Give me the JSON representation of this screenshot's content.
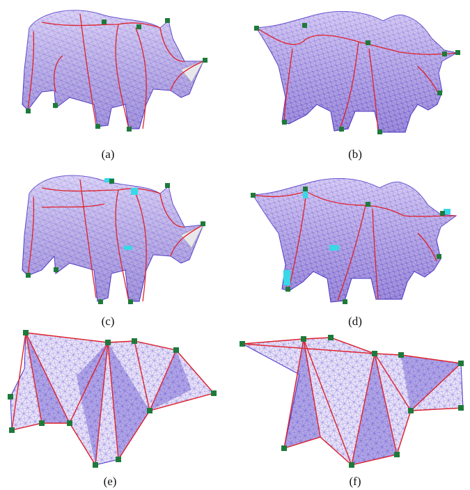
{
  "figure": {
    "panels": [
      {
        "id": "a",
        "caption": "(a)",
        "subject": "rhino mesh with seam cuts"
      },
      {
        "id": "b",
        "caption": "(b)",
        "subject": "triceratops mesh with seam cuts"
      },
      {
        "id": "c",
        "caption": "(c)",
        "subject": "rhino mesh with seam cuts and highlighted regions"
      },
      {
        "id": "d",
        "caption": "(d)",
        "subject": "triceratops mesh with seam cuts and highlighted regions"
      },
      {
        "id": "e",
        "caption": "(e)",
        "subject": "flattened rhino parameterization"
      },
      {
        "id": "f",
        "caption": "(f)",
        "subject": "flattened triceratops parameterization"
      }
    ],
    "colors": {
      "mesh_fill": "#b9a8ec",
      "mesh_line": "#5a3fd6",
      "seam": "#e0202a",
      "cone_point": "#1e7a3a",
      "highlight": "#38d8e6"
    }
  }
}
